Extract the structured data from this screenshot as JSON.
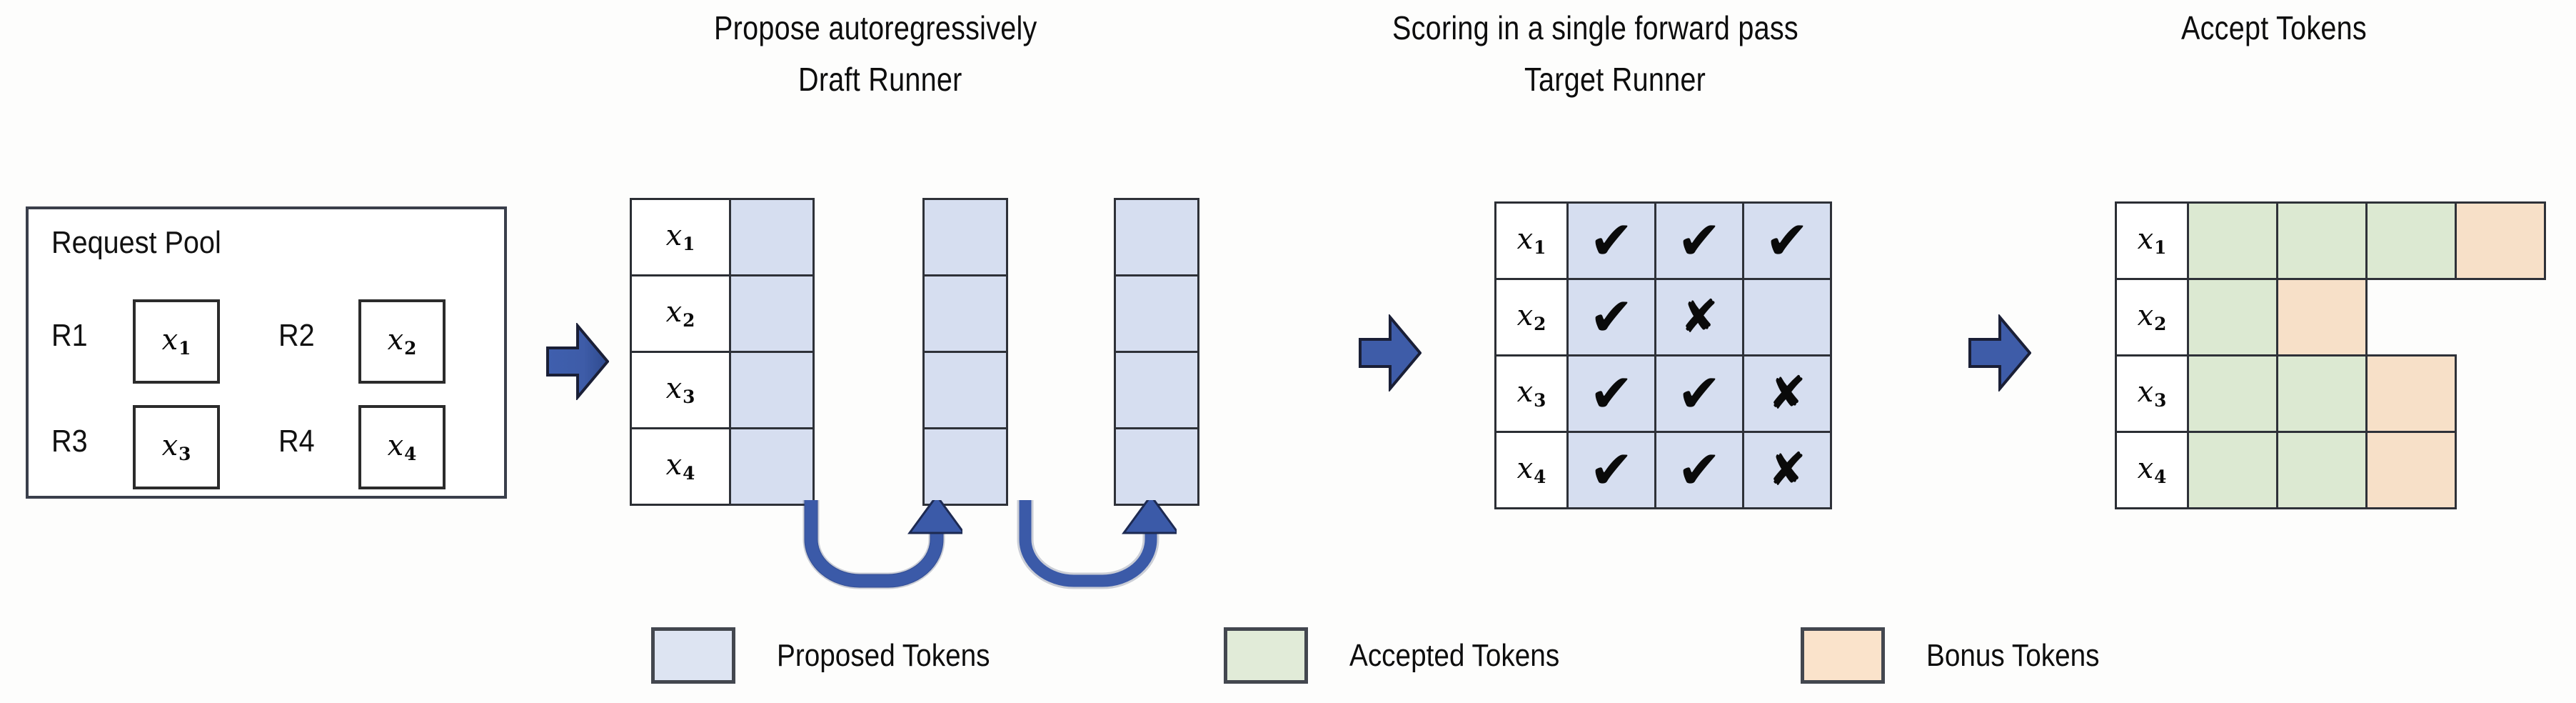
{
  "headings": {
    "propose": "Propose autoregressively",
    "draft_runner": "Draft Runner",
    "scoring": "Scoring in a single forward pass",
    "target_runner": "Target Runner",
    "accept_tokens": "Accept Tokens"
  },
  "request_pool": {
    "title": "Request Pool",
    "requests": [
      {
        "label": "R1",
        "token": "x",
        "sub": "1"
      },
      {
        "label": "R2",
        "token": "x",
        "sub": "2"
      },
      {
        "label": "R3",
        "token": "x",
        "sub": "3"
      },
      {
        "label": "R4",
        "token": "x",
        "sub": "4"
      }
    ]
  },
  "row_labels": [
    {
      "token": "x",
      "sub": "1"
    },
    {
      "token": "x",
      "sub": "2"
    },
    {
      "token": "x",
      "sub": "3"
    },
    {
      "token": "x",
      "sub": "4"
    }
  ],
  "draft_runner": {
    "steps": 3,
    "rows": 4,
    "cell_state": "proposed",
    "columns": [
      {
        "show_labels": true,
        "cells": [
          "proposed",
          "proposed",
          "proposed",
          "proposed"
        ]
      },
      {
        "show_labels": false,
        "cells": [
          "proposed",
          "proposed",
          "proposed",
          "proposed"
        ]
      },
      {
        "show_labels": false,
        "cells": [
          "proposed",
          "proposed",
          "proposed",
          "proposed"
        ]
      }
    ],
    "loop_arrows": 2
  },
  "target_runner": {
    "rows": [
      {
        "label_index": 0,
        "marks": [
          "check",
          "check",
          "check"
        ]
      },
      {
        "label_index": 1,
        "marks": [
          "check",
          "cross",
          "none"
        ]
      },
      {
        "label_index": 2,
        "marks": [
          "check",
          "check",
          "cross"
        ]
      },
      {
        "label_index": 3,
        "marks": [
          "check",
          "check",
          "cross"
        ]
      }
    ],
    "glyphs": {
      "check": "✔",
      "cross": "✘",
      "none": ""
    }
  },
  "accept_tokens": {
    "rows": [
      {
        "label_index": 0,
        "cells": [
          "accepted",
          "accepted",
          "accepted",
          "bonus"
        ]
      },
      {
        "label_index": 1,
        "cells": [
          "accepted",
          "bonus",
          "empty",
          "empty"
        ]
      },
      {
        "label_index": 2,
        "cells": [
          "accepted",
          "accepted",
          "bonus",
          "empty"
        ]
      },
      {
        "label_index": 3,
        "cells": [
          "accepted",
          "accepted",
          "bonus",
          "empty"
        ]
      }
    ]
  },
  "legend": [
    {
      "swatch": "proposed",
      "label": "Proposed Tokens"
    },
    {
      "swatch": "accepted",
      "label": "Accepted Tokens"
    },
    {
      "swatch": "bonus",
      "label": "Bonus Tokens"
    }
  ],
  "colors": {
    "proposed": "#d6def0",
    "accepted": "#dce9d2",
    "bonus": "#f7e0c8",
    "arrow_blue": "#3b5aa8",
    "border": "#2e3138",
    "text": "#0d0d0d"
  }
}
